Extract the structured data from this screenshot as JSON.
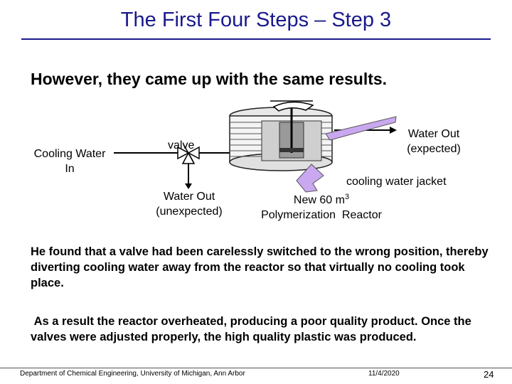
{
  "slide": {
    "title": "The First Four Steps – Step 3",
    "subtitle": "However, they came up with the same results."
  },
  "diagram": {
    "cooling_water_in_line1": "Cooling Water",
    "cooling_water_in_line2": "In",
    "valve": "valve",
    "water_out_unexpected_line1": "Water Out",
    "water_out_unexpected_line2": "(unexpected)",
    "water_out_expected_line1": "Water Out",
    "water_out_expected_line2": "(expected)",
    "cooling_water_jacket": "cooling water jacket",
    "reactor_line1_prefix": "New 60 m",
    "reactor_line1_sup": "3",
    "reactor_line2": "Polymerization  Reactor",
    "arrow_color": "#c9a8f0",
    "line_color": "#000000"
  },
  "body": {
    "paragraph1": "He found that a valve had been carelessly switched to the wrong position, thereby diverting cooling water away from the reactor so that virtually no cooling took place.",
    "paragraph2": " As a result the reactor overheated, producing a poor quality product. Once the valves were adjusted properly, the high quality plastic was produced."
  },
  "footer": {
    "department": "Department of Chemical Engineering, University of Michigan, Ann Arbor",
    "date": "11/4/2020",
    "page": "24"
  }
}
